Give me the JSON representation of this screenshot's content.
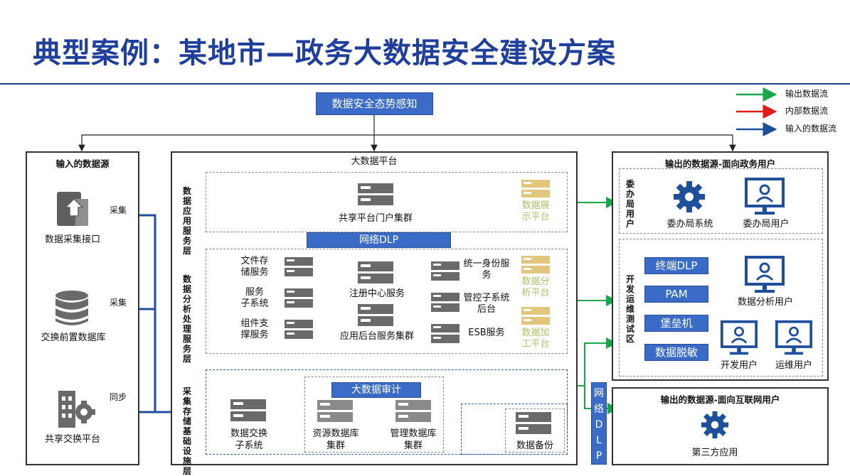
{
  "title": "典型案例：某地市—政务大数据安全建设方案",
  "top_box": "数据安全态势感知",
  "legend": [
    {
      "label": "输出数据流",
      "color": "#1aa64a"
    },
    {
      "label": "内部数据流",
      "color": "#e01b1b"
    },
    {
      "label": "输入的数据流",
      "color": "#1f4f9a"
    }
  ],
  "left_panel": {
    "title": "输入的数据源",
    "items": [
      {
        "label": "数据采集接口",
        "edge": "采集"
      },
      {
        "label": "交换前置数据库",
        "edge": "采集"
      },
      {
        "label": "共享交换平台",
        "edge": "同步"
      }
    ]
  },
  "center": {
    "title": "大数据平台",
    "layer1": {
      "side": "数据应用服务层",
      "main": "共享平台门户集群",
      "gold": [
        "数据展",
        "示平台"
      ]
    },
    "dlp_bar": "网络DLP",
    "layer2": {
      "side": "数据分析处理服务层",
      "left": [
        [
          "文件存",
          "储服务"
        ],
        [
          "服务",
          "子系统"
        ],
        [
          "组件支",
          "撑服务"
        ]
      ],
      "center_top": "注册中心服务",
      "center_bottom": "应用后台服务集群",
      "right": [
        [
          "统一身份服",
          "务"
        ],
        [
          "管控子系统",
          "后台"
        ],
        [
          "ESB服务"
        ]
      ],
      "gold": [
        [
          "数据分",
          "析平台"
        ],
        [
          "数据加",
          "工平台"
        ]
      ]
    },
    "layer3": {
      "side": "采集存储基础设施层",
      "exchange": [
        "数据交换",
        "子系统"
      ],
      "audit": "大数据审计",
      "res_db": [
        "资源数据库",
        "集群"
      ],
      "mgmt_db": [
        "管理数据库",
        "集群"
      ],
      "backup": "数据备份"
    }
  },
  "vertical_dlp": [
    "网",
    "络",
    "D",
    "L",
    "P"
  ],
  "right_top": {
    "title": "输出的数据源-面向政务用户",
    "side1": "委办局用户",
    "items1": [
      "委办局系统",
      "委办局用户"
    ],
    "side2": "开发运维测试区",
    "buttons": [
      "终端DLP",
      "PAM",
      "堡垒机",
      "数据脱敏"
    ],
    "users": [
      "数据分析用户",
      "开发用户",
      "运维用户"
    ]
  },
  "right_bottom": {
    "title": "输出的数据源-面向互联网用户",
    "item": "第三方应用"
  }
}
